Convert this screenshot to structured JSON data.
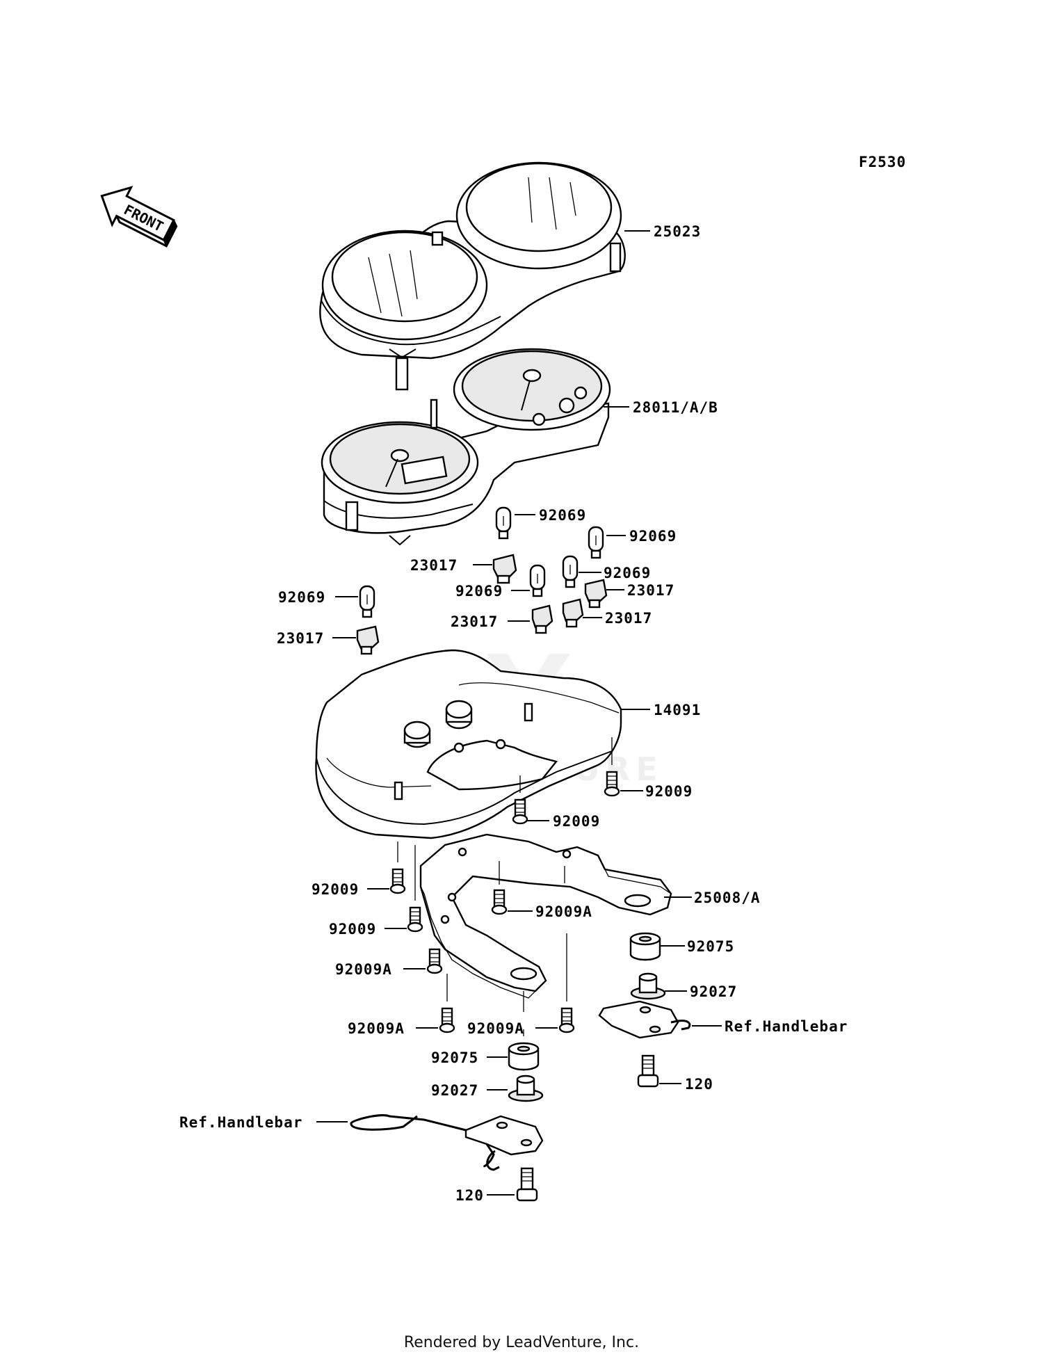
{
  "diagram": {
    "figure_code": "F2530",
    "front_label": "FRONT",
    "footer": "Rendered by LeadVenture, Inc.",
    "watermark": "LEADVENTURE",
    "callouts": [
      {
        "id": "c-25023",
        "label": "25023"
      },
      {
        "id": "c-28011",
        "label": "28011/A/B"
      },
      {
        "id": "c-92069-a",
        "label": "92069"
      },
      {
        "id": "c-92069-b",
        "label": "92069"
      },
      {
        "id": "c-23017-a",
        "label": "23017"
      },
      {
        "id": "c-92069-c",
        "label": "92069"
      },
      {
        "id": "c-92069-d",
        "label": "92069"
      },
      {
        "id": "c-23017-b",
        "label": "23017"
      },
      {
        "id": "c-23017-c",
        "label": "23017"
      },
      {
        "id": "c-23017-d",
        "label": "23017"
      },
      {
        "id": "c-92069-e",
        "label": "92069"
      },
      {
        "id": "c-23017-e",
        "label": "23017"
      },
      {
        "id": "c-14091",
        "label": "14091"
      },
      {
        "id": "c-92009-a",
        "label": "92009"
      },
      {
        "id": "c-92009-b",
        "label": "92009"
      },
      {
        "id": "c-92009-c",
        "label": "92009"
      },
      {
        "id": "c-92009-d",
        "label": "92009"
      },
      {
        "id": "c-25008",
        "label": "25008/A"
      },
      {
        "id": "c-92009A-a",
        "label": "92009A"
      },
      {
        "id": "c-92075-a",
        "label": "92075"
      },
      {
        "id": "c-92009A-b",
        "label": "92009A"
      },
      {
        "id": "c-92027-a",
        "label": "92027"
      },
      {
        "id": "c-92009A-c",
        "label": "92009A"
      },
      {
        "id": "c-92009A-d",
        "label": "92009A"
      },
      {
        "id": "c-refhb-a",
        "label": "Ref.Handlebar"
      },
      {
        "id": "c-92075-b",
        "label": "92075"
      },
      {
        "id": "c-120-a",
        "label": "120"
      },
      {
        "id": "c-92027-b",
        "label": "92027"
      },
      {
        "id": "c-refhb-b",
        "label": "Ref.Handlebar"
      },
      {
        "id": "c-120-b",
        "label": "120"
      }
    ]
  }
}
